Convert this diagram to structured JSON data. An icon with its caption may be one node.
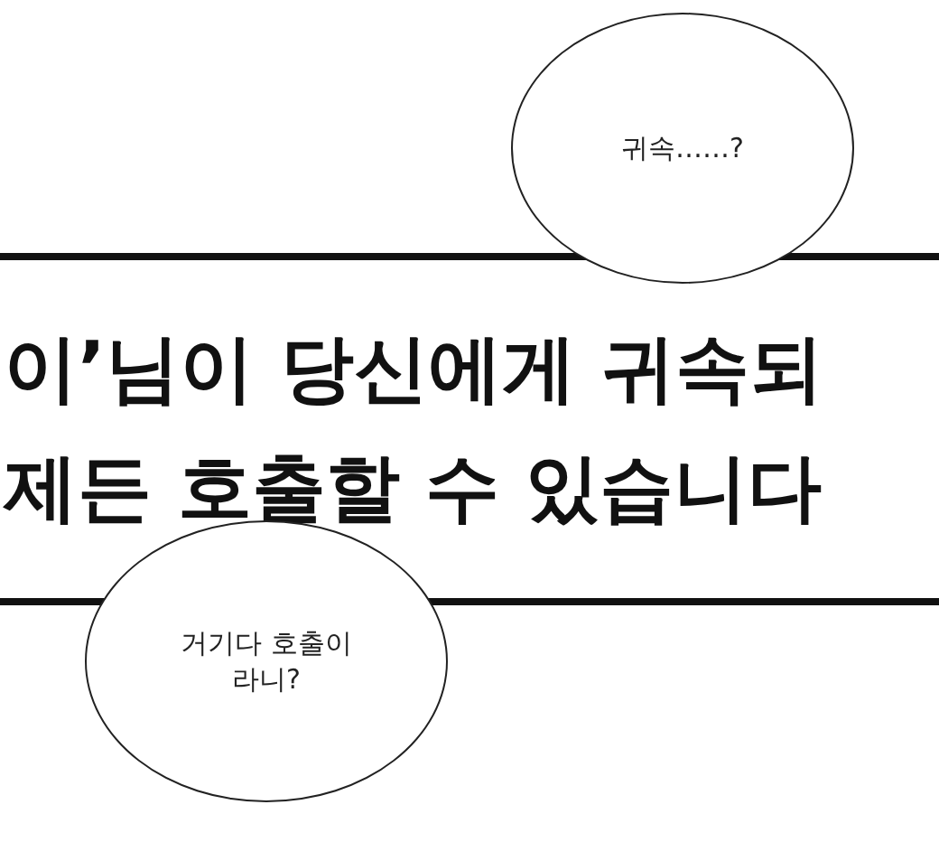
{
  "diagram": {
    "nodes": [
      {
        "text": [
          "귀속……?"
        ]
      },
      {
        "text": [
          "이’님이 당신에게 귀속되",
          "제든 호출할 수 있습니다"
        ]
      },
      {
        "text": [
          "거기다 호출이라니?"
        ]
      }
    ]
  }
}
